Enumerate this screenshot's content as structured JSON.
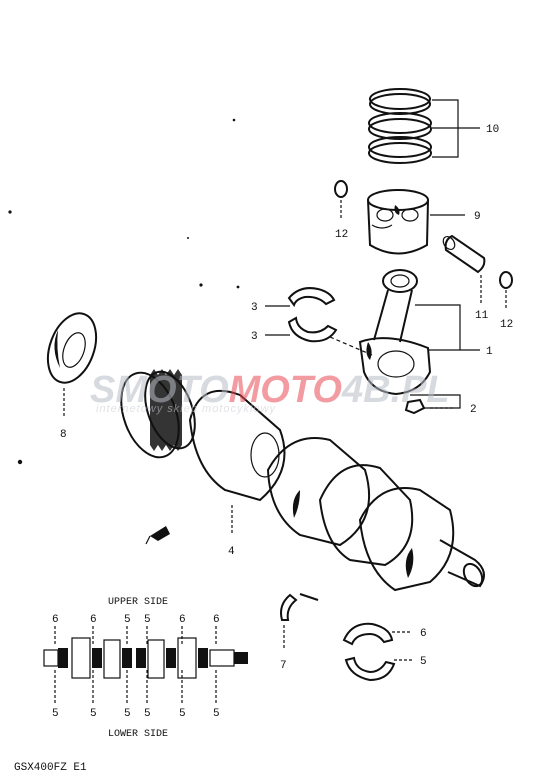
{
  "callouts": {
    "c1": "1",
    "c2": "2",
    "c3a": "3",
    "c3b": "3",
    "c4": "4",
    "c5": "5",
    "c6": "6",
    "c7": "7",
    "c8": "8",
    "c9": "9",
    "c10": "10",
    "c11": "11",
    "c12a": "12",
    "c12b": "12"
  },
  "bearing_chart": {
    "upper_side": "UPPER SIDE",
    "lower_side": "LOWER SIDE",
    "upper_codes": [
      "6",
      "6",
      "5",
      "5",
      "6",
      "6"
    ],
    "lower_codes": [
      "5",
      "5",
      "5",
      "5",
      "5",
      "5"
    ]
  },
  "model_code": "GSX400FZ E1",
  "watermark": {
    "brand_a": "SMOTO",
    "brand_b": "MOTO",
    "brand_c": "4B",
    "brand_d": ".PL",
    "tagline": "internetowy sklep motocyklowy"
  }
}
